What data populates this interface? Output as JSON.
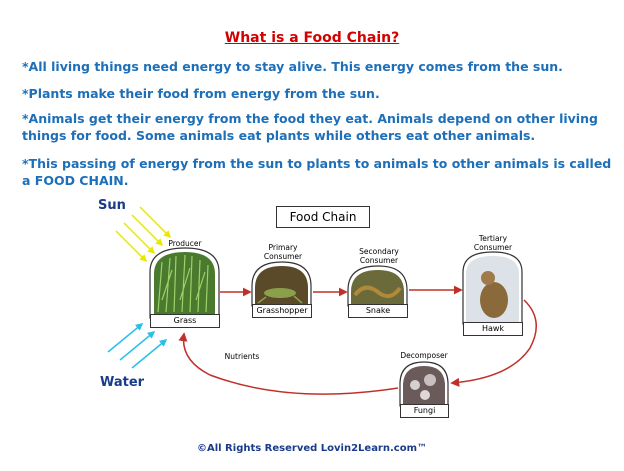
{
  "title": "What is a Food Chain?",
  "paragraphs": [
    "*All living things need energy to stay alive. This energy comes from the sun.",
    "*Plants make their food from energy from the sun.",
    "*Animals get their energy from the food they eat.  Animals depend on other living things for food.  Some animals eat plants while others eat other animals.",
    "*This passing of energy from the sun to plants to animals to other   animals is called a FOOD CHAIN."
  ],
  "diagram": {
    "title": "Food Chain",
    "sun_label": "Sun",
    "water_label": "Water",
    "nutrients_label": "Nutrients",
    "organisms": {
      "grass": {
        "role": "Producer",
        "name": "Grass"
      },
      "grasshopper": {
        "role": "Primary Consumer",
        "name": "Grasshopper"
      },
      "snake": {
        "role": "Secondary Consumer",
        "name": "Snake"
      },
      "hawk": {
        "role": "Tertiary Consumer",
        "name": "Hawk"
      },
      "fungi": {
        "role": "Decomposer",
        "name": "Fungi"
      }
    },
    "colors": {
      "arrow": "#c0302a",
      "sun_rays": "#e8e800",
      "water_rays": "#28c0e8",
      "label_blue": "#1a3a8a"
    }
  },
  "footer": "©All Rights Reserved Lovin2Learn.com™"
}
